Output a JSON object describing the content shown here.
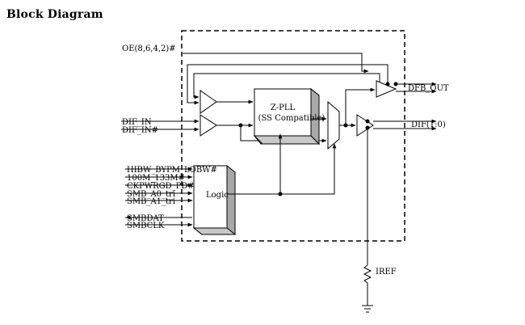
{
  "heading": "Block Diagram",
  "signals": {
    "oe": "OE(8,6,4,2)#",
    "dif_in": "DIF_IN",
    "dif_in_n": "DIF_IN#",
    "hibw": "HIBW_BYPM_LOBW#",
    "m100": "100M_133M#",
    "ckpwrgd": "CKPWRGD_PD#",
    "smb_a0": "SMB_A0_tri",
    "smb_a1": "SMB_A1_tri",
    "smbdat": "SMBDAT",
    "smbclk": "SMBCLK",
    "dfb_out": "DFB_OUT",
    "dif_out": "DIF(1:0)",
    "iref": "IREF"
  },
  "blocks": {
    "pll_title": "Z-PLL",
    "pll_sub": "(SS Compatible)",
    "logic": "Logic"
  }
}
